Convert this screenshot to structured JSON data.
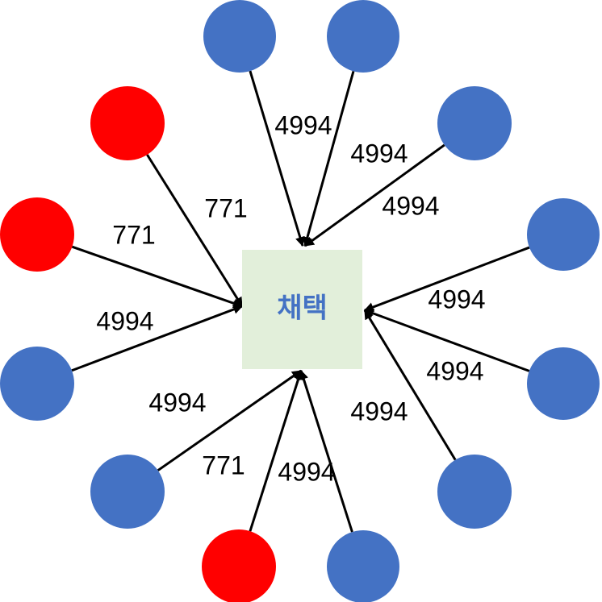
{
  "center": {
    "label": "채택",
    "fill": "#e2efda",
    "text_color": "#4472c4"
  },
  "colors": {
    "blue": "#4472c4",
    "red": "#ff0000",
    "edge": "#000000"
  },
  "nodes": [
    {
      "id": "n1",
      "color": "blue",
      "edge_label": "4994"
    },
    {
      "id": "n2",
      "color": "blue",
      "edge_label": "4994"
    },
    {
      "id": "n3",
      "color": "blue",
      "edge_label": "4994"
    },
    {
      "id": "n4",
      "color": "blue",
      "edge_label": "4994"
    },
    {
      "id": "n5",
      "color": "blue",
      "edge_label": "4994"
    },
    {
      "id": "n6",
      "color": "blue",
      "edge_label": "4994"
    },
    {
      "id": "n7",
      "color": "blue",
      "edge_label": "4994"
    },
    {
      "id": "n8",
      "color": "red",
      "edge_label": "771"
    },
    {
      "id": "n9",
      "color": "blue",
      "edge_label": "4994"
    },
    {
      "id": "n10",
      "color": "blue",
      "edge_label": "4994"
    },
    {
      "id": "n11",
      "color": "red",
      "edge_label": "771"
    },
    {
      "id": "n12",
      "color": "red",
      "edge_label": "771"
    }
  ]
}
